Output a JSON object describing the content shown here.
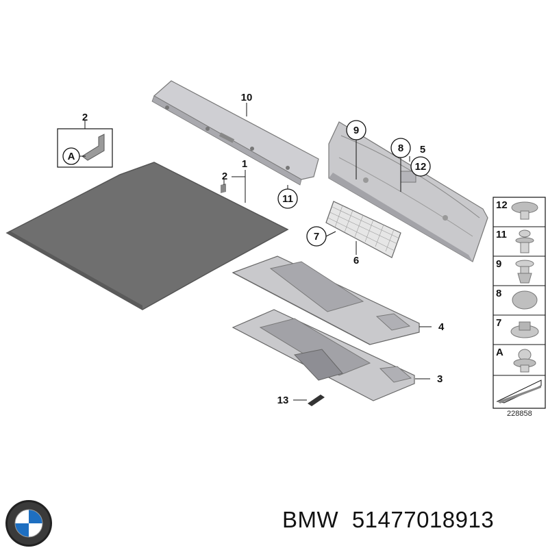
{
  "callouts": {
    "c1": "1",
    "c2_top": "2",
    "c2_mid": "2",
    "c3": "3",
    "c4": "4",
    "c5": "5",
    "c6": "6",
    "c7": "7",
    "c8": "8",
    "c9": "9",
    "c10": "10",
    "c11": "11",
    "c12": "12",
    "c13": "13",
    "detail_a": "A"
  },
  "legend": [
    {
      "label": "12",
      "icon": "flat-cap-clip-icon"
    },
    {
      "label": "11",
      "icon": "push-rivet-icon"
    },
    {
      "label": "9",
      "icon": "expanding-rivet-icon"
    },
    {
      "label": "8",
      "icon": "round-cap-icon"
    },
    {
      "label": "7",
      "icon": "clip-nut-icon"
    },
    {
      "label": "A",
      "icon": "button-clip-icon"
    }
  ],
  "diagram_number": "228858",
  "caption": {
    "brand": "BMW",
    "part_number": "51477018913"
  },
  "colors": {
    "floor_mat": "#6f6f6f",
    "trim_panel": "#c9c9cc",
    "line": "#111111"
  }
}
